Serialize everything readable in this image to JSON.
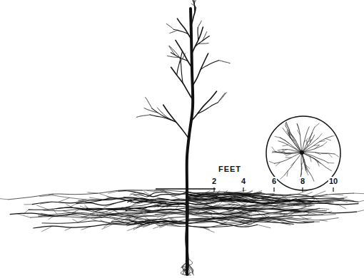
{
  "diagram": {
    "labels": [
      "FEET",
      "2",
      "4",
      "6",
      "8",
      "10"
    ]
  }
}
